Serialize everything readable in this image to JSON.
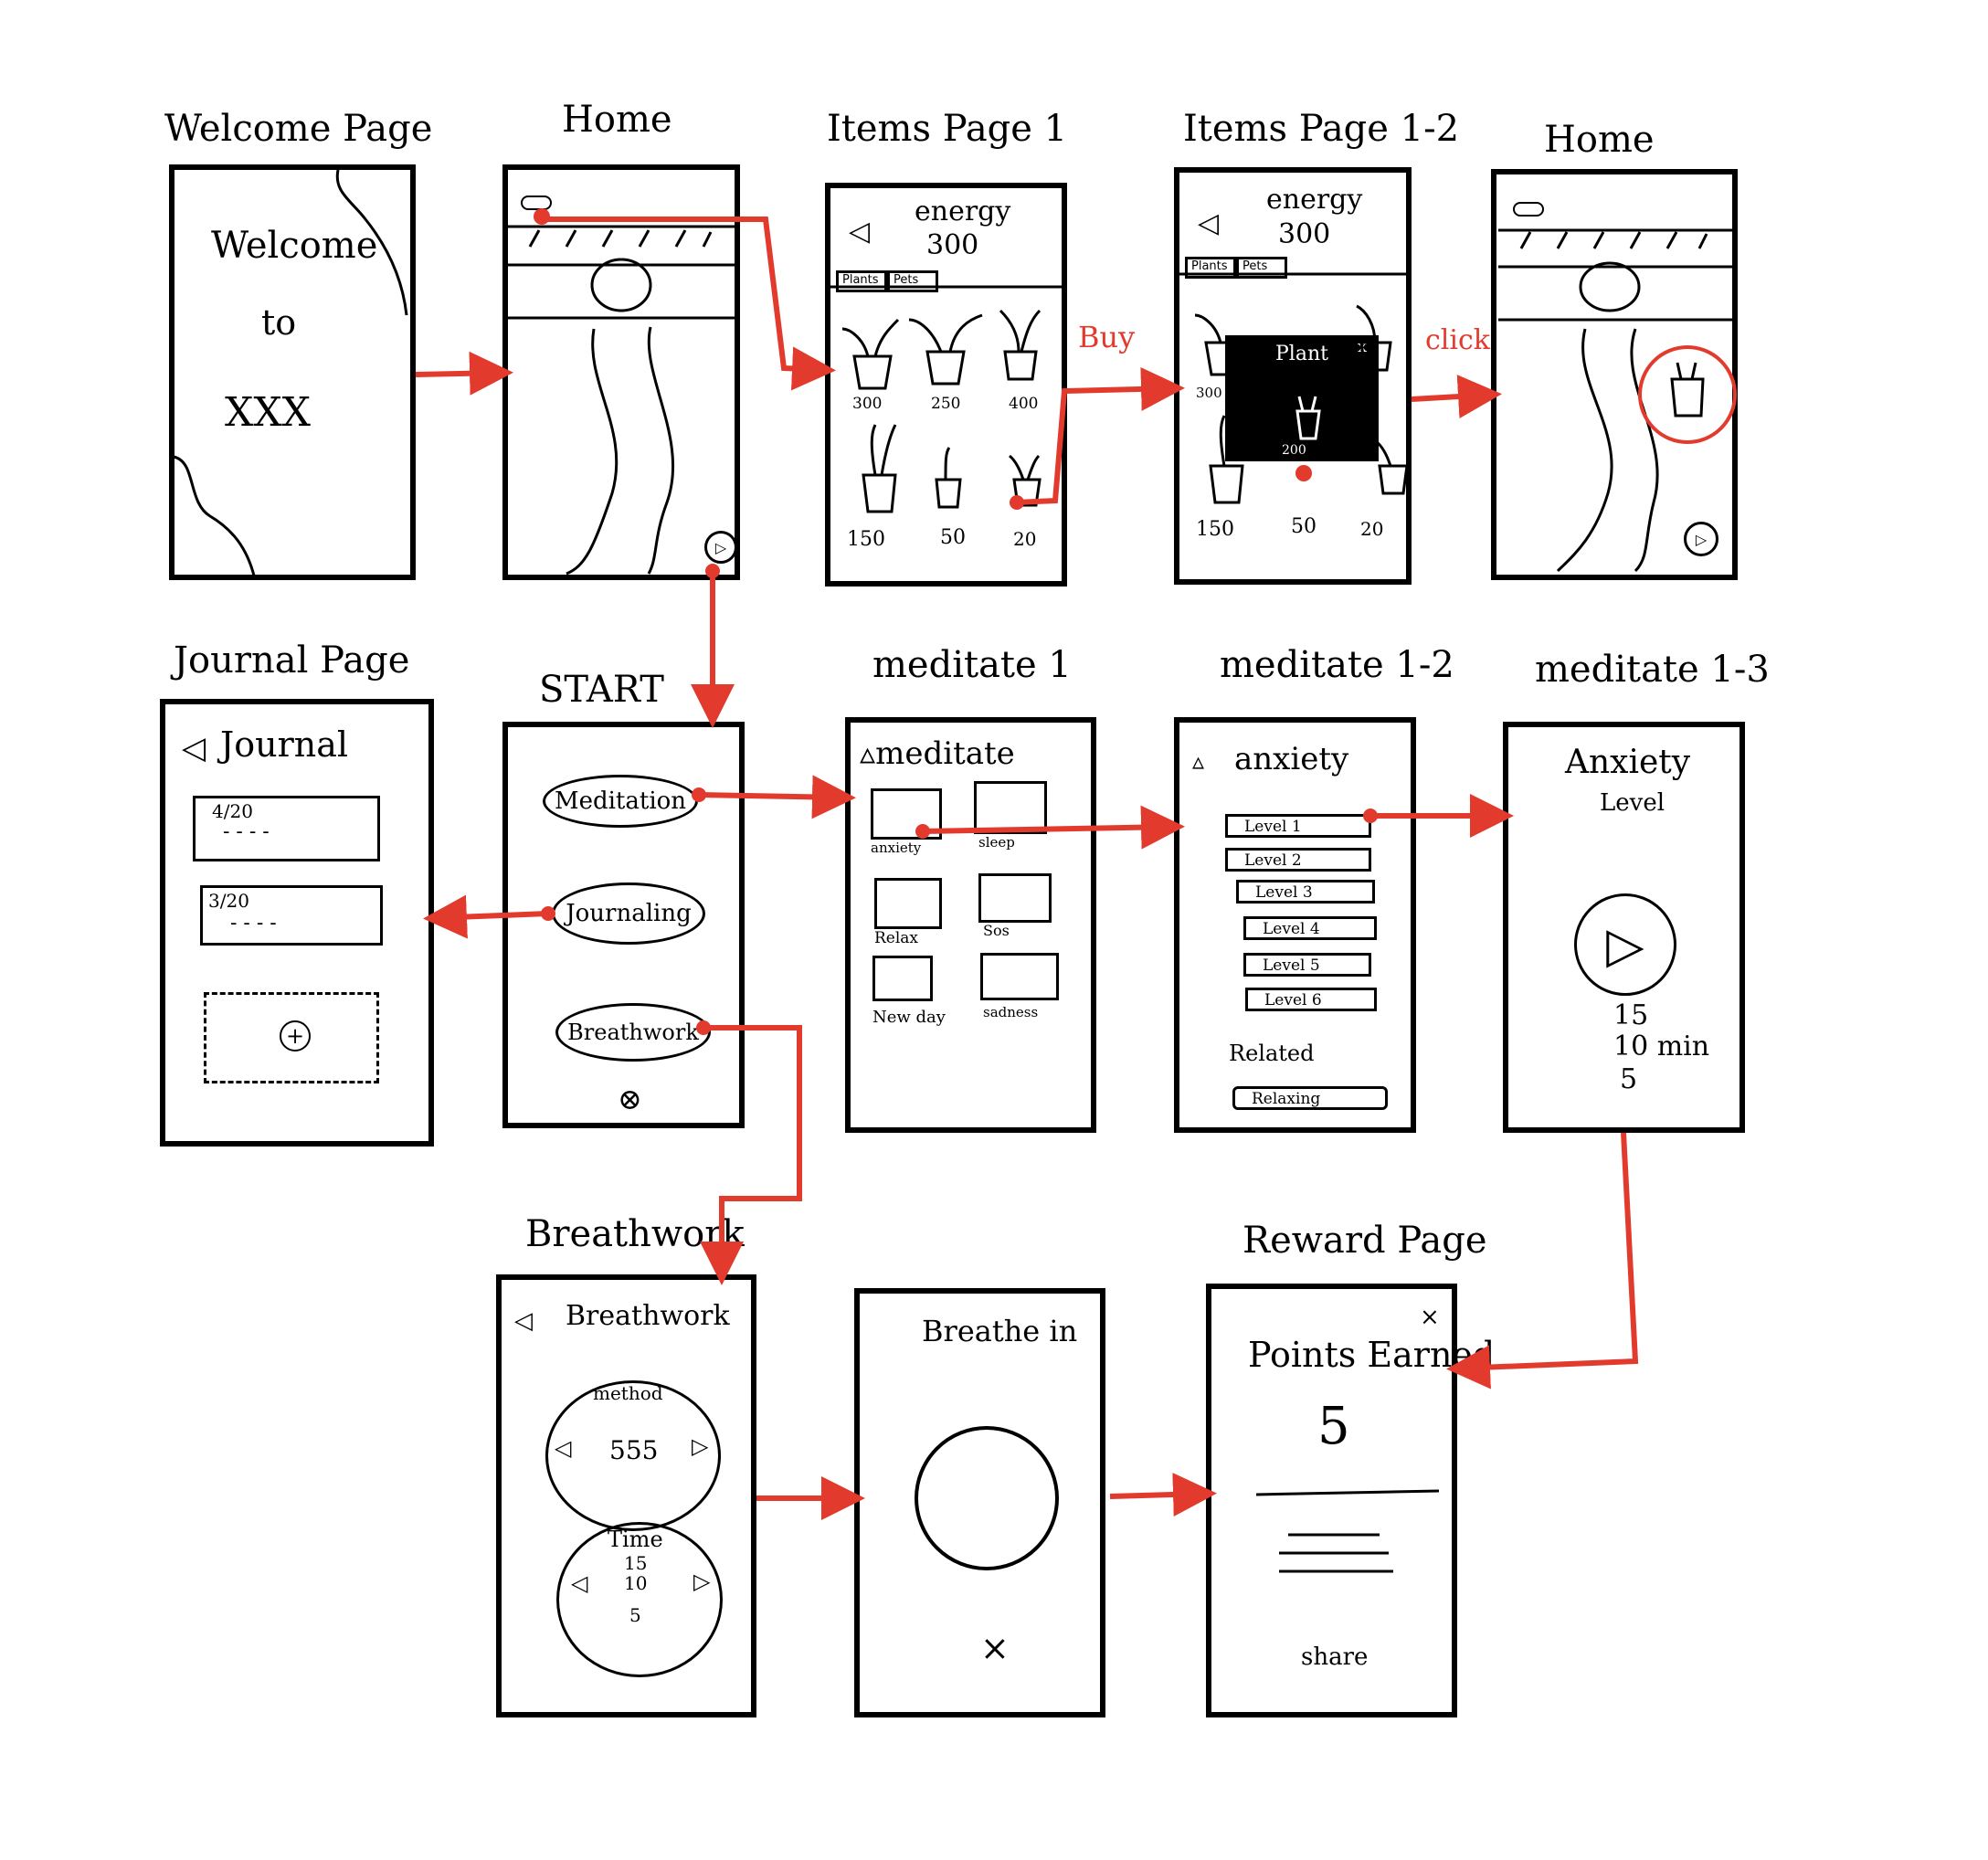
{
  "labels": {
    "welcome": "Welcome Page",
    "home1": "Home",
    "items1": "Items Page 1",
    "items12": "Items Page 1-2",
    "home2": "Home",
    "journal": "Journal Page",
    "start": "START",
    "med1": "meditate 1",
    "med12": "meditate 1-2",
    "med13": "meditate 1-3",
    "breathwork": "Breathwork",
    "reward": "Reward Page"
  },
  "arrows": {
    "buy": "Buy",
    "click": "click"
  },
  "welcome": {
    "line1": "Welcome",
    "line2": "to",
    "line3": "XXX"
  },
  "items1": {
    "back": "◁",
    "energy": "energy",
    "energy_value": "300",
    "tabs": [
      "Plants",
      "Pets"
    ],
    "prices": [
      "300",
      "250",
      "400",
      "150",
      "50",
      "20"
    ]
  },
  "items12": {
    "energy": "energy",
    "energy_value": "300",
    "tabs": [
      "Plants",
      "Pets"
    ],
    "popup_title": "Plant",
    "popup_close": "x",
    "popup_price": "200",
    "prices": [
      "300",
      "150",
      "50",
      "20"
    ]
  },
  "journal": {
    "title": "Journal",
    "entries": [
      "4/20",
      "3/20"
    ],
    "placeholder": "- - - -",
    "add": "+"
  },
  "start": {
    "buttons": [
      "Meditation",
      "Journaling",
      "Breathwork"
    ],
    "close": "⊗"
  },
  "med1": {
    "title": "meditate",
    "cards": [
      "anxiety",
      "sleep",
      "Relax",
      "Sos",
      "New day",
      "sadness"
    ]
  },
  "med12": {
    "title": "anxiety",
    "levels": [
      "Level 1",
      "Level 2",
      "Level 3",
      "Level 4",
      "Level 5",
      "Level 6"
    ],
    "related": "Related",
    "related_item": "Relaxing"
  },
  "med13": {
    "title": "Anxiety",
    "subtitle": "Level",
    "times": [
      "15",
      "10 min",
      "5"
    ]
  },
  "breath": {
    "title": "Breathwork",
    "method_label": "method",
    "method_value": "555",
    "time_label": "Time",
    "time_values": [
      "15",
      "10",
      "5"
    ]
  },
  "breathe_in": {
    "title": "Breathe in",
    "close": "×"
  },
  "reward_page": {
    "title": "Points Earned",
    "points": "5",
    "close": "×",
    "share": "share"
  },
  "colors": {
    "accent": "#e23b2e",
    "ink": "#000000"
  }
}
